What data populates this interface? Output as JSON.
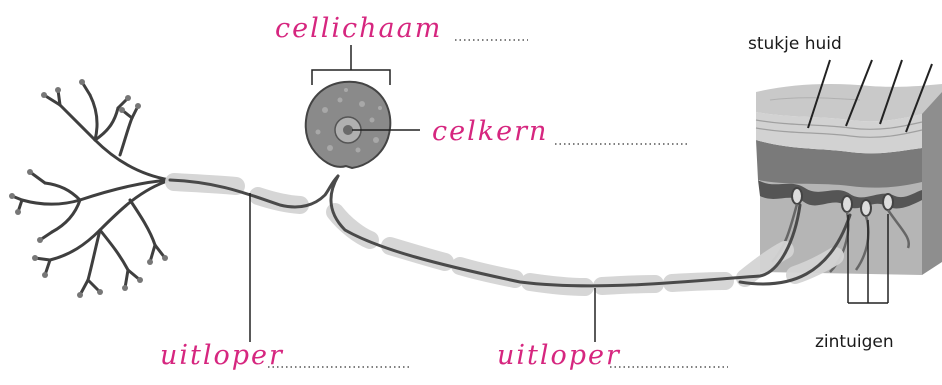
{
  "labels": {
    "cell_body": "cellichaam",
    "nucleus": "celkern",
    "extension_left": "uitloper",
    "extension_right": "uitloper",
    "skin": "stukje huid",
    "sense_organs": "zintuigen"
  },
  "colors": {
    "handwriting": "#d6267f",
    "nerve": "#4a4a4a",
    "sheath": "#d4d4d4",
    "cell": "#8a8a8a",
    "skin_top": "#c6c6c6"
  }
}
